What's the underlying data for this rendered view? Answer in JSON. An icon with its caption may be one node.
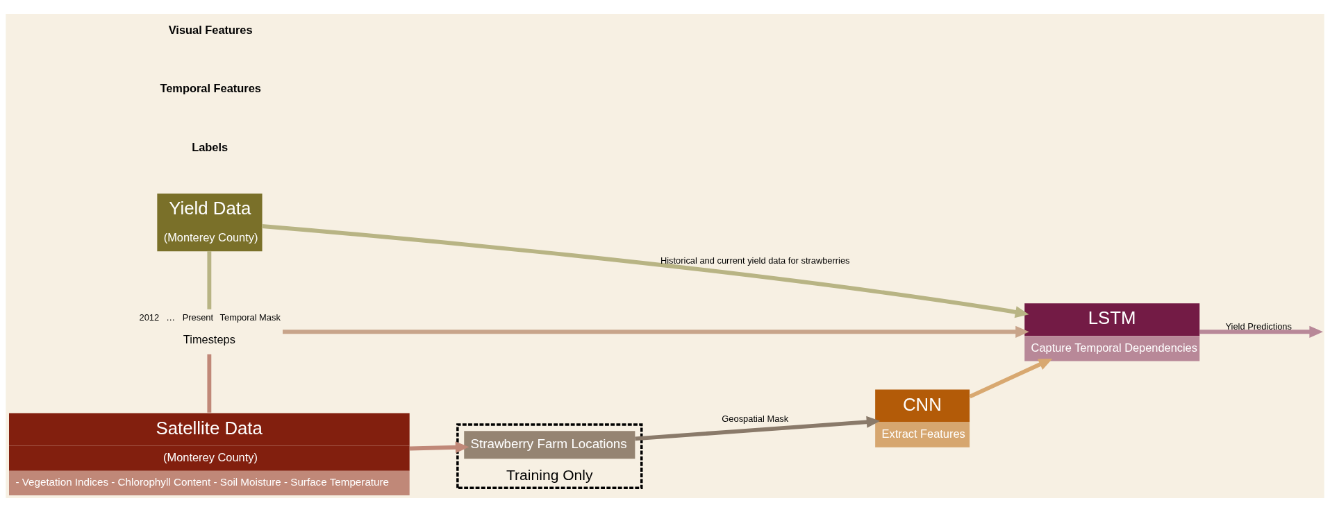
{
  "diagram": {
    "nodes": [
      {
        "text": [
          "Yield Data",
          "(Monterey County)"
        ]
      },
      {
        "text": [
          "Timesteps"
        ],
        "beside": [
          "2012",
          "…",
          "Present",
          "Temporal Mask"
        ]
      },
      {
        "text": [
          "Satellite Data",
          "(Monterey County)",
          "- Vegetation Indices - Chlorophyll Content - Soil Moisture - Surface Temperature"
        ]
      },
      {
        "text": [
          "Training Only"
        ]
      },
      {
        "text": [
          "Strawberry Farm Locations"
        ],
        "in": 3
      },
      {
        "text": [
          "CNN",
          "Extract Features"
        ]
      },
      {
        "text": [
          "LSTM",
          "Capture Temporal Dependencies"
        ]
      }
    ],
    "edges": [
      {
        "from": 0,
        "to": 6,
        "arrow": "to",
        "label": "Historical and current yield data for strawberries",
        "color": "#b8b484"
      },
      {
        "from": 1,
        "to": 0,
        "arrow": "none",
        "color": "#b8b484"
      },
      {
        "from": 1,
        "to": 2,
        "arrow": "none",
        "color": "#c08878"
      },
      {
        "from": 1,
        "to": 6,
        "arrow": "to",
        "color": "#c8a48a"
      },
      {
        "from": 2,
        "to": 4,
        "arrow": "to",
        "color": "#c08878"
      },
      {
        "from": 4,
        "to": 5,
        "arrow": "to",
        "label": "Geospatial Mask",
        "color": "#8a7a6a"
      },
      {
        "from": 5,
        "to": 6,
        "arrow": "to",
        "color": "#d8a870"
      },
      {
        "from": 6,
        "to": null,
        "arrow": "to",
        "label": "Yield Predictions",
        "color": "#b88898"
      }
    ],
    "labels": [
      "Labels",
      "Temporal Features",
      "Visual Features"
    ]
  }
}
